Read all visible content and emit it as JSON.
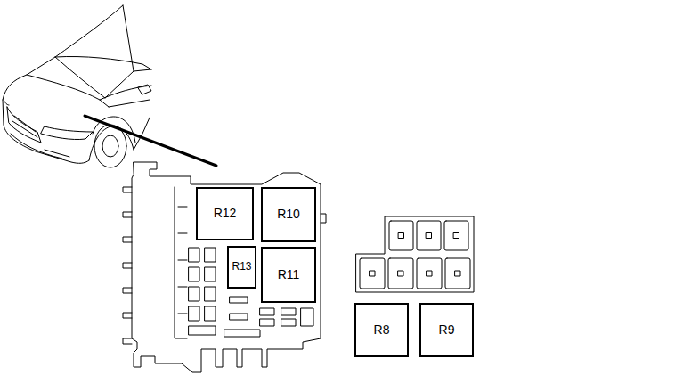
{
  "diagram": {
    "nodes": [
      {
        "text": [
          "R12"
        ]
      },
      {
        "text": [
          "R10"
        ]
      },
      {
        "text": [
          "R13"
        ]
      },
      {
        "text": [
          "R11"
        ]
      },
      {
        "text": [
          "R8"
        ]
      },
      {
        "text": [
          "R9"
        ]
      }
    ]
  }
}
